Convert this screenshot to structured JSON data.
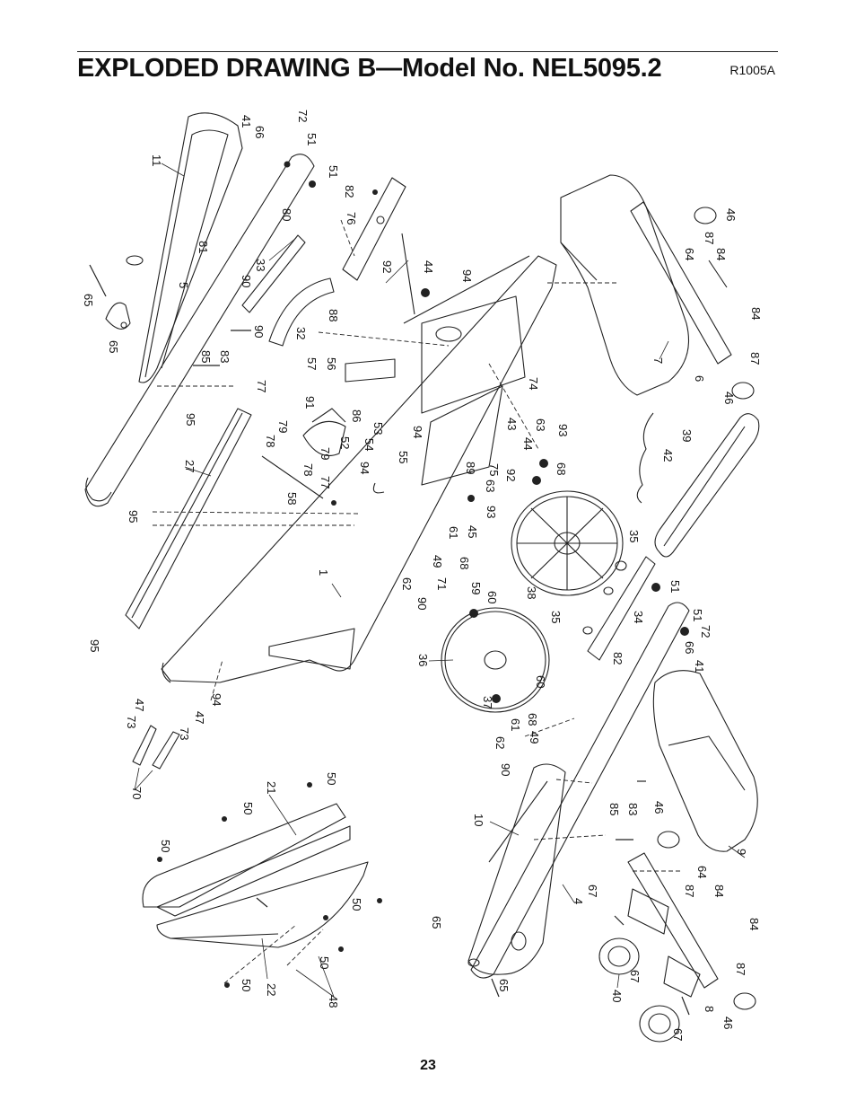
{
  "header": {
    "title": "EXPLODED DRAWING B—Model No. NEL5095.2",
    "drawing_code": "R1005A"
  },
  "footer": {
    "page_number": "23"
  },
  "part_labels": [
    "41",
    "66",
    "72",
    "51",
    "11",
    "51",
    "82",
    "76",
    "80",
    "33",
    "90",
    "81",
    "5",
    "65",
    "65",
    "92",
    "44",
    "94",
    "88",
    "32",
    "90",
    "85",
    "83",
    "77",
    "57",
    "56",
    "91",
    "86",
    "95",
    "27",
    "78",
    "79",
    "79",
    "78",
    "52",
    "53",
    "54",
    "94",
    "55",
    "94",
    "58",
    "77",
    "74",
    "43",
    "63",
    "44",
    "93",
    "92",
    "75",
    "63",
    "89",
    "93",
    "68",
    "45",
    "61",
    "49",
    "62",
    "68",
    "71",
    "90",
    "59",
    "60",
    "95",
    "95",
    "1",
    "47",
    "73",
    "94",
    "73",
    "47",
    "70",
    "36",
    "37",
    "60",
    "68",
    "61",
    "62",
    "49",
    "90",
    "38",
    "35",
    "35",
    "51",
    "34",
    "82",
    "51",
    "72",
    "66",
    "41",
    "46",
    "87",
    "64",
    "84",
    "84",
    "87",
    "46",
    "7",
    "6",
    "42",
    "39",
    "10",
    "85",
    "83",
    "4",
    "9",
    "46",
    "65",
    "65",
    "67",
    "87",
    "64",
    "84",
    "84",
    "87",
    "8",
    "40",
    "67",
    "67",
    "46",
    "50",
    "21",
    "50",
    "50",
    "50",
    "50",
    "22",
    "48",
    "50"
  ]
}
